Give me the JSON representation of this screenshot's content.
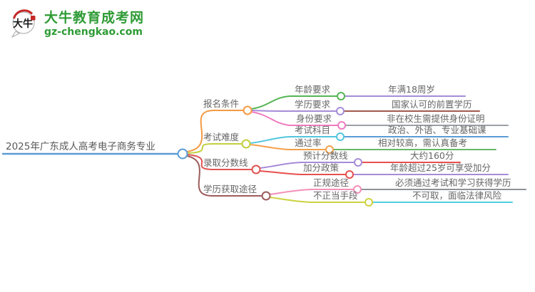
{
  "logo": {
    "badge_text": "大牛",
    "brand_cn": "大牛教育成考网",
    "brand_url": "gz-chengkao.com",
    "brand_color": "#2e9b35",
    "seal_color": "#c62828"
  },
  "mindmap": {
    "root": {
      "label": "2025年广东成人高考电子商务专业",
      "color": "#5b9bd5"
    },
    "branches": [
      {
        "label": "报名条件",
        "color": "#f59b42",
        "children": [
          {
            "label": "年龄要求",
            "color": "#55b555",
            "leaf": {
              "label": "年满18周岁",
              "color": "#a68bd8"
            }
          },
          {
            "label": "学历要求",
            "color": "#a68bd8",
            "leaf": {
              "label": "国家认可的前置学历",
              "color": "#a2594f"
            }
          },
          {
            "label": "身份要求",
            "color": "#f07bc0",
            "leaf": {
              "label": "非在校生需提供身份证明",
              "color": "#9aa0a6"
            }
          }
        ]
      },
      {
        "label": "考试难度",
        "color": "#c3cf3d",
        "children": [
          {
            "label": "考试科目",
            "color": "#52c6dd",
            "leaf": {
              "label": "政治、外语、专业基础课",
              "color": "#5b9bd5"
            }
          },
          {
            "label": "通过率",
            "color": "#f5a04a",
            "leaf": {
              "label": "相对较高，需认真备考",
              "color": "#68b868"
            }
          }
        ]
      },
      {
        "label": "录取分数线",
        "color": "#e05452",
        "children": [
          {
            "label": "预计分数线",
            "color": "#a68bd8",
            "leaf": {
              "label": "大约160分",
              "color": "#e84f4f"
            }
          },
          {
            "label": "加分政策",
            "color": "#e84f4f",
            "leaf": {
              "label": "年龄超过25岁可享受加分",
              "color": "#a68bd8"
            }
          }
        ]
      },
      {
        "label": "学历获取途径",
        "color": "#9d5c5c",
        "children": [
          {
            "label": "正规途径",
            "color": "#f48fb8",
            "leaf": {
              "label": "必须通过考试和学习获得学历",
              "color": "#8d9299"
            }
          },
          {
            "label": "不正当手段",
            "color": "#ccd23f",
            "leaf": {
              "label": "不可取，面临法律风险",
              "color": "#4fcfe0"
            }
          }
        ]
      }
    ]
  }
}
